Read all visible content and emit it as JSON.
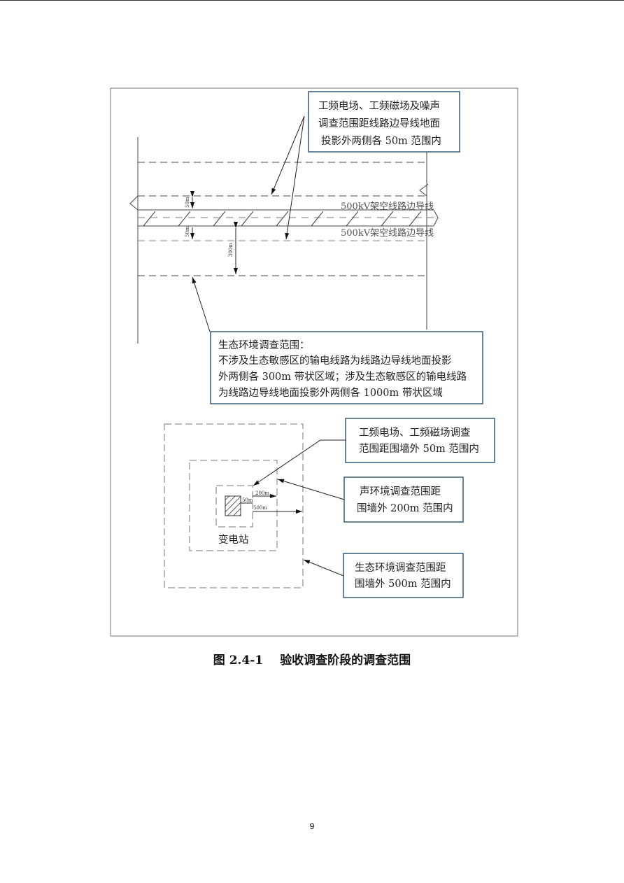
{
  "figure": {
    "line_callout": [
      "工频电场、工频磁场及噪声",
      "调查范围距线路边导线地面",
      "投影外两侧各 50m 范围内"
    ],
    "eco_callout": [
      "生态环境调查范围：",
      "不涉及生态敏感区的输电线路为线路边导线地面投影",
      "外两侧各 300m 带状区域；涉及生态敏感区的输电线路",
      "为线路边导线地面投影外两侧各 1000m 带状区域"
    ],
    "conductor_label": "500kV架空线路边导线",
    "dim_50m": "50m",
    "dim_300m": "300m",
    "dim_200m": "200m",
    "dim_500m": "500m",
    "substation_label": "变电站",
    "sub_em_callout": [
      "工频电场、工频磁场调查",
      "范围距围墙外 50m 范围内"
    ],
    "sub_noise_callout": [
      "声环境调查范围距",
      "围墙外 200m 范围内"
    ],
    "sub_eco_callout": [
      "生态环境调查范围距",
      "围墙外 500m 范围内"
    ]
  },
  "caption": {
    "number": "图 2.4-1",
    "title": "验收调查阶段的调查范围"
  },
  "page_number": "9"
}
